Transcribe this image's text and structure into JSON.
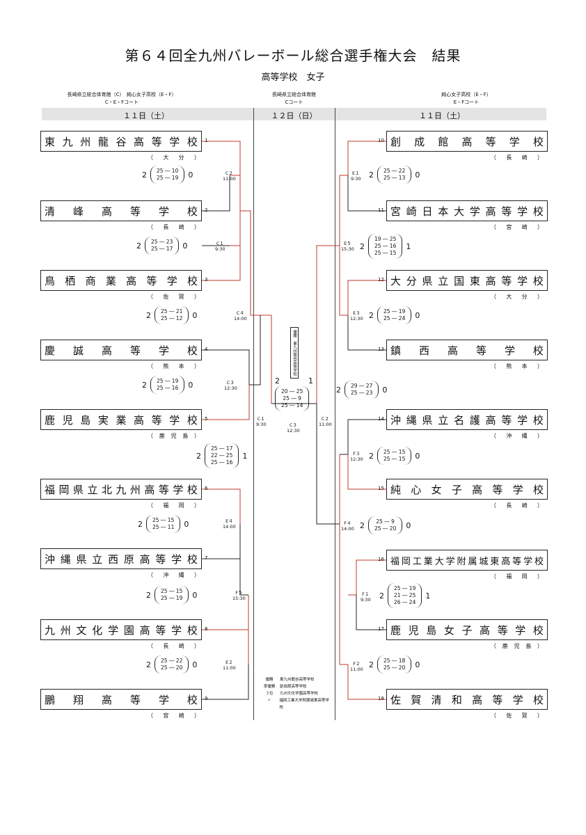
{
  "title": "第６４回全九州バレーボール総合選手権大会　結果",
  "subtitle": "高等学校　女子",
  "venues": {
    "left": {
      "line1": "長崎県立総合体育館（C）　純心女子高校（E・F）",
      "line2": "C・E・Fコート"
    },
    "center": {
      "line1": "長崎県立総合体育館",
      "line2": "Cコート"
    },
    "right": {
      "line1": "純心女子高校（E・F）",
      "line2": "E・Fコート"
    }
  },
  "days": {
    "left": "１１日（土）",
    "center": "１２日（日）",
    "right": "１１日（土）"
  },
  "teams": [
    {
      "id": 1,
      "name": "東九州龍谷高等学校",
      "pref": "（大分）"
    },
    {
      "id": 2,
      "name": "清峰高等学校",
      "pref": "（長崎）"
    },
    {
      "id": 3,
      "name": "鳥栖商業高等学校",
      "pref": "（佐賀）"
    },
    {
      "id": 4,
      "name": "慶誠高等学校",
      "pref": "（熊本）"
    },
    {
      "id": 5,
      "name": "鹿児島実業高等学校",
      "pref": "（鹿児島）"
    },
    {
      "id": 6,
      "name": "福岡県立北九州高等学校",
      "pref": "（福岡）"
    },
    {
      "id": 7,
      "name": "沖縄県立西原高等学校",
      "pref": "（沖縄）"
    },
    {
      "id": 8,
      "name": "九州文化学園高等学校",
      "pref": "（長崎）"
    },
    {
      "id": 9,
      "name": "鵬翔高等学校",
      "pref": "（宮崎）"
    },
    {
      "id": 10,
      "name": "創成館高等学校",
      "pref": "（長崎）"
    },
    {
      "id": 11,
      "name": "宮崎日本大学高等学校",
      "pref": "（宮崎）"
    },
    {
      "id": 12,
      "name": "大分県立国東高等学校",
      "pref": "（大分）"
    },
    {
      "id": 13,
      "name": "鎮西高等学校",
      "pref": "（熊本）"
    },
    {
      "id": 14,
      "name": "沖縄県立名護高等学校",
      "pref": "（沖縄）"
    },
    {
      "id": 15,
      "name": "純心女子高等学校",
      "pref": "（長崎）"
    },
    {
      "id": 16,
      "name": "福岡工業大学附属城東高等学校",
      "pref": "（福岡）"
    },
    {
      "id": 17,
      "name": "鹿児島女子高等学校",
      "pref": "（鹿児島）"
    },
    {
      "id": 18,
      "name": "佐賀清和高等学校",
      "pref": "（佐賀）"
    }
  ],
  "matches": [
    {
      "code": "C２",
      "time": "11:00",
      "wins": "2",
      "losses": "0",
      "sets": [
        "25 ― 10",
        "25 ― 19"
      ]
    },
    {
      "code": "C１",
      "time": "9:30",
      "wins": "2",
      "losses": "0",
      "sets": [
        "25 ― 23",
        "25 ― 17"
      ]
    },
    {
      "code": "C４",
      "time": "14:00",
      "wins": "2",
      "losses": "0",
      "sets": [
        "25 ― 21",
        "25 ― 12"
      ]
    },
    {
      "code": "C３",
      "time": "12:30",
      "wins": "2",
      "losses": "0",
      "sets": [
        "25 ― 19",
        "25 ― 16"
      ]
    },
    {
      "code": "",
      "time": "",
      "wins": "2",
      "losses": "1",
      "sets": [
        "25 ― 17",
        "22 ― 25",
        "25 ― 16"
      ]
    },
    {
      "code": "E４",
      "time": "14:00",
      "wins": "2",
      "losses": "0",
      "sets": [
        "25 ― 15",
        "25 ― 11"
      ]
    },
    {
      "code": "F５",
      "time": "15:30",
      "wins": "2",
      "losses": "0",
      "sets": [
        "25 ― 15",
        "25 ― 19"
      ]
    },
    {
      "code": "E２",
      "time": "11:00",
      "wins": "2",
      "losses": "0",
      "sets": [
        "25 ― 22",
        "25 ― 20"
      ]
    },
    {
      "code": "E１",
      "time": "9:30",
      "wins": "2",
      "losses": "0",
      "sets": [
        "25 ― 22",
        "25 ― 13"
      ]
    },
    {
      "code": "E５",
      "time": "15:30",
      "wins": "2",
      "losses": "1",
      "sets": [
        "19 ― 25",
        "25 ― 16",
        "25 ― 15"
      ]
    },
    {
      "code": "E３",
      "time": "12:30",
      "wins": "2",
      "losses": "0",
      "sets": [
        "25 ― 19",
        "25 ― 24"
      ]
    },
    {
      "code": "",
      "time": "",
      "wins": "2",
      "losses": "0",
      "sets": [
        "29 ― 27",
        "25 ― 23"
      ]
    },
    {
      "code": "F３",
      "time": "12:30",
      "wins": "2",
      "losses": "0",
      "sets": [
        "25 ― 15",
        "25 ― 15"
      ]
    },
    {
      "code": "F４",
      "time": "14:00",
      "wins": "2",
      "losses": "0",
      "sets": [
        "25 ― 9",
        "25 ― 20"
      ]
    },
    {
      "code": "F１",
      "time": "9:30",
      "wins": "2",
      "losses": "1",
      "sets": [
        "25 ― 19",
        "21 ― 25",
        "26 ― 24"
      ]
    },
    {
      "code": "F２",
      "time": "11:00",
      "wins": "2",
      "losses": "0",
      "sets": [
        "25 ― 18",
        "25 ― 20"
      ]
    }
  ],
  "final": {
    "left_wins": "2",
    "right_wins": "1",
    "sets": [
      "20 ― 25",
      "25 ― 9",
      "25 ― 14"
    ],
    "code": "C３",
    "time": "12:30"
  },
  "center_labels": {
    "c1": "C１",
    "c1_time": "9:30",
    "c2": "C２",
    "c2_time": "11:00"
  },
  "champion_box": "優勝　東九州龍谷高等学校",
  "standings": [
    {
      "rank": "優勝",
      "team": "東九州龍谷高等学校"
    },
    {
      "rank": "準優勝",
      "team": "創成館高等学校"
    },
    {
      "rank": "３位",
      "team": "九州文化学園高等学校"
    },
    {
      "rank": "〃",
      "team": "福岡工業大学附属城東高等学校"
    }
  ]
}
